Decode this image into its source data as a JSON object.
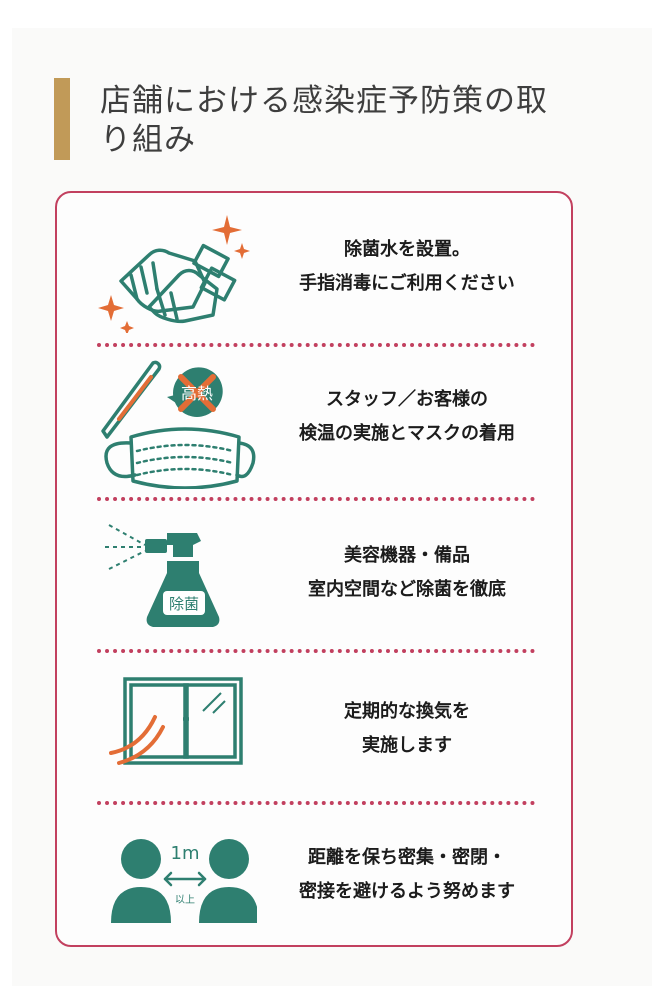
{
  "colors": {
    "accent_gold": "#c19a58",
    "card_border": "#c2405f",
    "icon_teal": "#2e7f70",
    "icon_orange": "#e36d36"
  },
  "heading": {
    "title_line1": "店舗における感染症予防策の取",
    "title_line2": "り組み"
  },
  "measures": [
    {
      "icon": "hand-sanitizer-icon",
      "line1": "除菌水を設置。",
      "line2": "手指消毒にご利用ください"
    },
    {
      "icon": "thermometer-mask-icon",
      "line1": "スタッフ／お客様の",
      "line2": "検温の実施とマスクの着用",
      "icon_label": "高熱"
    },
    {
      "icon": "spray-bottle-icon",
      "line1": "美容機器・備品",
      "line2": "室内空間など除菌を徹底",
      "icon_label": "除菌"
    },
    {
      "icon": "window-ventilation-icon",
      "line1": "定期的な換気を",
      "line2": "実施します"
    },
    {
      "icon": "social-distance-icon",
      "line1": "距離を保ち密集・密閉・",
      "line2": "密接を避けるよう努めます",
      "icon_label_distance": "1m",
      "icon_label_more": "以上"
    }
  ]
}
